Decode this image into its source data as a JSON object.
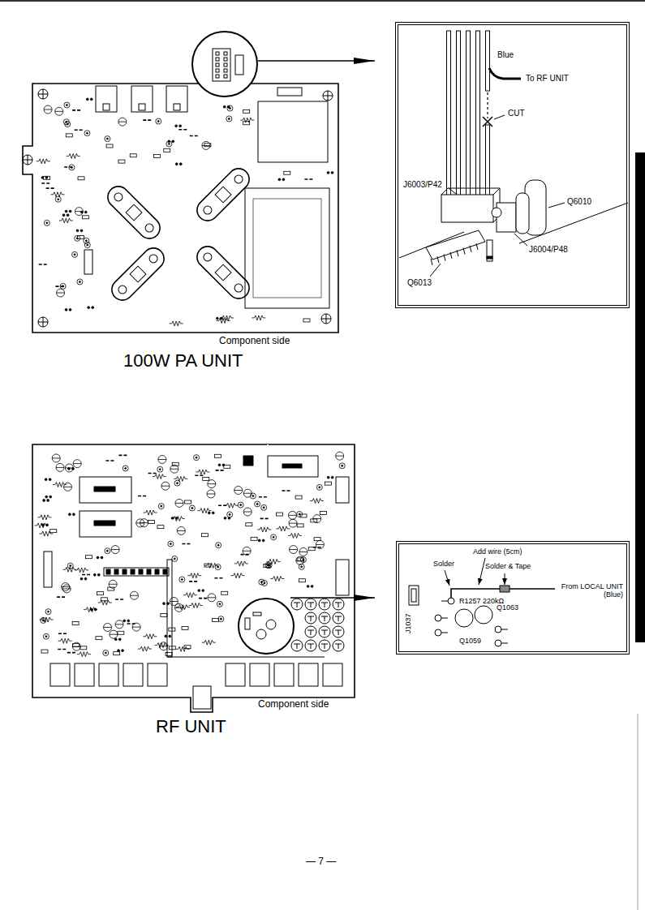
{
  "diagram": {
    "nodes": [
      {
        "text": [
          "Component side",
          "100W PA UNIT"
        ]
      },
      {
        "text": [
          "Blue",
          "To RF UNIT",
          "CUT",
          "J6003/P42",
          "Q6010",
          "J6004/P48",
          "Q6013"
        ]
      },
      {
        "text": [
          "Component side",
          "RF UNIT"
        ]
      },
      {
        "text": [
          "Add wire (5cm)",
          "Solder",
          "Solder & Tape",
          "From LOCAL UNIT (Blue)",
          "R1257 220kΩ",
          "Q1063",
          "J1037",
          "Q1059"
        ]
      }
    ],
    "edges": [
      {
        "from": 0,
        "to": 1,
        "arrow": "to"
      },
      {
        "from": 2,
        "to": 3,
        "arrow": "to"
      }
    ],
    "labels": [
      "— 7 —"
    ]
  }
}
